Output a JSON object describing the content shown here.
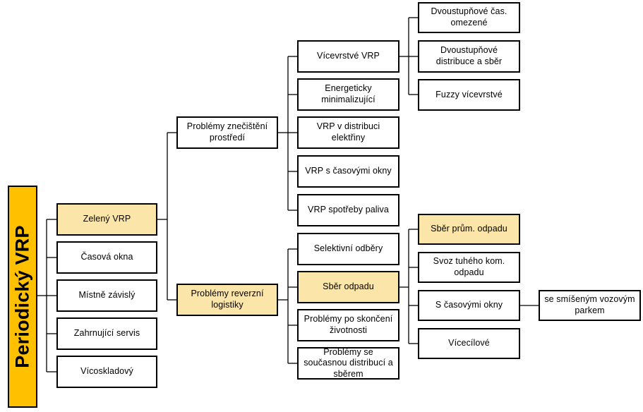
{
  "diagram": {
    "title_banner": "Periodický VRP",
    "colors": {
      "banner_fill": "#FFC000",
      "highlight_fill": "#FCE5A8",
      "node_fill": "#FFFFFF",
      "stroke": "#000000"
    },
    "level1": [
      {
        "label": "Zelený VRP",
        "highlighted": true
      },
      {
        "label": "Časová okna",
        "highlighted": false
      },
      {
        "label": "Místně závislý",
        "highlighted": false
      },
      {
        "label": "Zahrnující servis",
        "highlighted": false
      },
      {
        "label": "Vícoskladový",
        "highlighted": false
      }
    ],
    "level2": [
      {
        "label": "Problémy znečištění prostředí",
        "highlighted": false
      },
      {
        "label": "Problémy reverzní logistiky",
        "highlighted": true
      }
    ],
    "level3_top": [
      {
        "label": "Vícevrstvé VRP",
        "highlighted": false
      },
      {
        "label": "Energeticky minimalizující",
        "highlighted": false
      },
      {
        "label": "VRP v distribuci elektřiny",
        "highlighted": false
      },
      {
        "label": "VRP s časovými okny",
        "highlighted": false
      },
      {
        "label": "VRP spotřeby paliva",
        "highlighted": false
      }
    ],
    "level3_bottom": [
      {
        "label": "Selektivní odběry",
        "highlighted": false
      },
      {
        "label": "Sběr odpadu",
        "highlighted": true
      },
      {
        "label": "Problémy po skončení životnosti",
        "highlighted": false
      },
      {
        "label": "Problémy se současnou distribucí a sběrem",
        "highlighted": false
      }
    ],
    "level4_top": [
      {
        "label": "Dvoustupňové čas. omezené",
        "highlighted": false
      },
      {
        "label": "Dvoustupňové distribuce a sběr",
        "highlighted": false
      },
      {
        "label": "Fuzzy vícevrstvé",
        "highlighted": false
      }
    ],
    "level4_bottom": [
      {
        "label": "Sběr prům. odpadu",
        "highlighted": true
      },
      {
        "label": "Svoz tuhého kom. odpadu",
        "highlighted": false
      },
      {
        "label": "S časovými okny",
        "highlighted": false
      },
      {
        "label": "Vícecílové",
        "highlighted": false
      }
    ],
    "level5": [
      {
        "label": "se smíšeným vozovým parkem",
        "highlighted": false
      }
    ]
  }
}
